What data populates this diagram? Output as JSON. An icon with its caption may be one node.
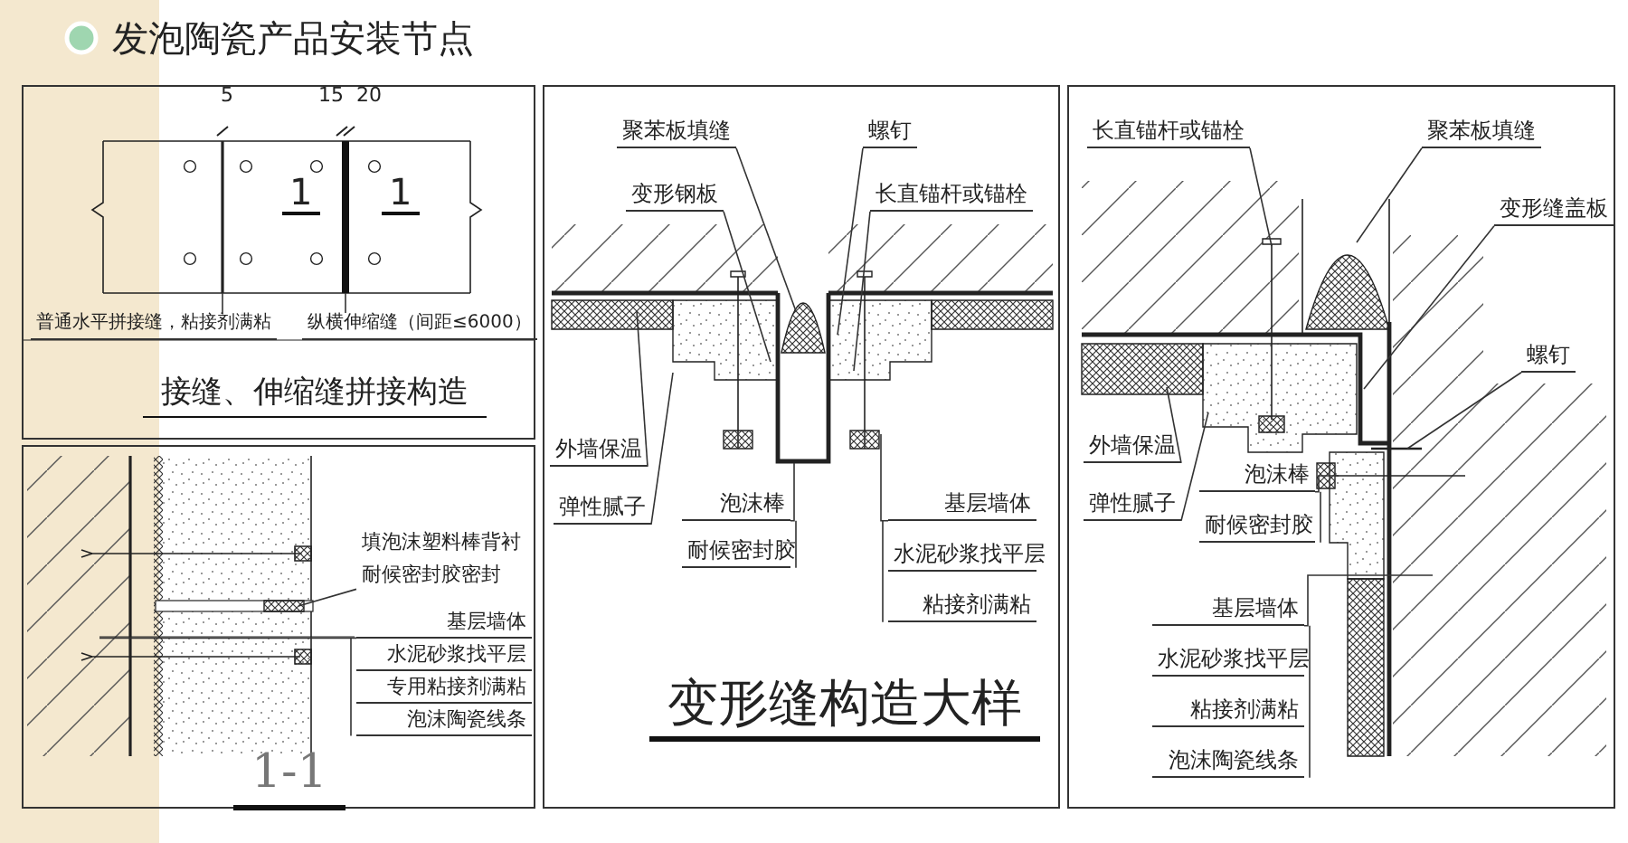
{
  "diagram": {
    "title": "发泡陶瓷产品安装节点",
    "nodes": [
      {
        "text": [
          "接缝、伸缩缝拼接构造"
        ]
      },
      {
        "text": [
          "普通水平拼接缝，粘接剂满粘"
        ],
        "in": 0
      },
      {
        "text": [
          "纵横伸缩缝（间距≤6000）"
        ],
        "in": 0
      },
      {
        "text": [
          "1-1"
        ]
      },
      {
        "text": [
          "填泡沫塑料棒背衬"
        ],
        "in": 3
      },
      {
        "text": [
          "耐候密封胶密封"
        ],
        "in": 3
      },
      {
        "text": [
          "基层墙体"
        ],
        "in": 3
      },
      {
        "text": [
          "水泥砂浆找平层"
        ],
        "in": 3
      },
      {
        "text": [
          "专用粘接剂满粘"
        ],
        "in": 3
      },
      {
        "text": [
          "泡沫陶瓷线条"
        ],
        "in": 3
      },
      {
        "text": [
          "变形缝构造大样"
        ]
      },
      {
        "text": [
          "聚苯板填缝"
        ],
        "in": 10
      },
      {
        "text": [
          "螺钉"
        ],
        "in": 10
      },
      {
        "text": [
          "变形钢板"
        ],
        "in": 10
      },
      {
        "text": [
          "长直锚杆或锚栓"
        ],
        "in": 10
      },
      {
        "text": [
          "外墙保温"
        ],
        "in": 10
      },
      {
        "text": [
          "弹性腻子"
        ],
        "in": 10
      },
      {
        "text": [
          "泡沫棒"
        ],
        "in": 10
      },
      {
        "text": [
          "耐候密封胶"
        ],
        "in": 10
      },
      {
        "text": [
          "基层墙体"
        ],
        "in": 10
      },
      {
        "text": [
          "水泥砂浆找平层"
        ],
        "in": 10
      },
      {
        "text": [
          "粘接剂满粘"
        ],
        "in": 10
      },
      {
        "text": [],
        "shape": "box"
      },
      {
        "text": [
          "长直锚杆或锚栓"
        ],
        "in": 22
      },
      {
        "text": [
          "聚苯板填缝"
        ],
        "in": 22
      },
      {
        "text": [
          "变形缝盖板"
        ],
        "in": 22
      },
      {
        "text": [
          "螺钉"
        ],
        "in": 22
      },
      {
        "text": [
          "外墙保温"
        ],
        "in": 22
      },
      {
        "text": [
          "弹性腻子"
        ],
        "in": 22
      },
      {
        "text": [
          "泡沫棒"
        ],
        "in": 22
      },
      {
        "text": [
          "耐候密封胶"
        ],
        "in": 22
      },
      {
        "text": [
          "基层墙体"
        ],
        "in": 22
      },
      {
        "text": [
          "水泥砂浆找平层"
        ],
        "in": 22
      },
      {
        "text": [
          "粘接剂满粘"
        ],
        "in": 22
      },
      {
        "text": [
          "泡沫陶瓷线条"
        ],
        "in": 22
      }
    ],
    "edges": [
      {
        "from": 1,
        "to": null,
        "arrow": "none"
      },
      {
        "from": 2,
        "to": null,
        "arrow": "none"
      },
      {
        "from": 5,
        "to": null,
        "arrow": "none"
      },
      {
        "from": 6,
        "to": null,
        "arrow": "none"
      },
      {
        "from": 11,
        "to": null,
        "arrow": "none"
      },
      {
        "from": 12,
        "to": null,
        "arrow": "none"
      },
      {
        "from": 13,
        "to": null,
        "arrow": "none"
      },
      {
        "from": 14,
        "to": null,
        "arrow": "none"
      },
      {
        "from": 15,
        "to": null,
        "arrow": "none"
      },
      {
        "from": 16,
        "to": null,
        "arrow": "none"
      },
      {
        "from": 17,
        "to": null,
        "arrow": "none"
      },
      {
        "from": 19,
        "to": null,
        "arrow": "none"
      },
      {
        "from": 23,
        "to": null,
        "arrow": "none"
      },
      {
        "from": 24,
        "to": null,
        "arrow": "none"
      },
      {
        "from": 25,
        "to": null,
        "arrow": "none"
      },
      {
        "from": 26,
        "to": null,
        "arrow": "none"
      },
      {
        "from": 27,
        "to": null,
        "arrow": "none"
      },
      {
        "from": 28,
        "to": null,
        "arrow": "none"
      },
      {
        "from": 29,
        "to": null,
        "arrow": "none"
      },
      {
        "from": 31,
        "to": null,
        "arrow": "none"
      }
    ],
    "labels": [
      "5",
      "15",
      "20",
      "1",
      "1"
    ]
  }
}
